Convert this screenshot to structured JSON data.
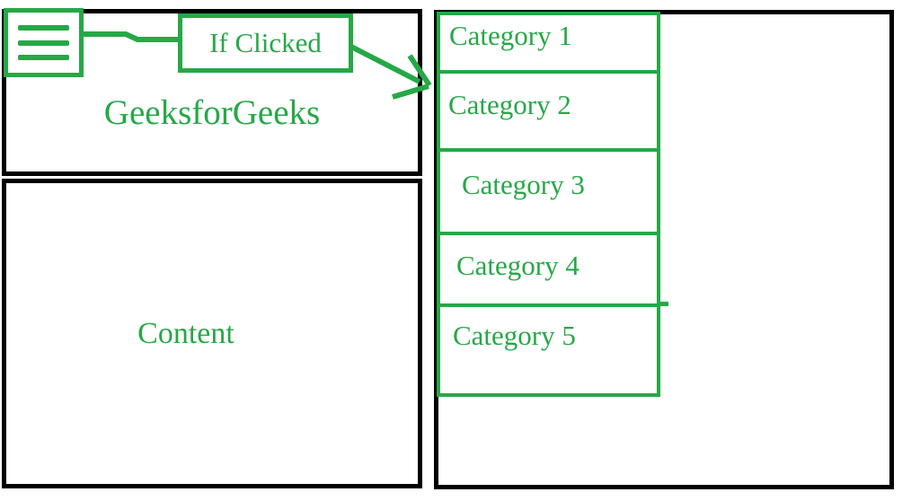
{
  "diagram": {
    "left_panel": {
      "header": {
        "menu_icon": "hamburger-icon",
        "brand": "GeeksforGeeks"
      },
      "content_label": "Content"
    },
    "annotation": {
      "label": "If Clicked"
    },
    "right_panel": {
      "menu_items": [
        {
          "label": "Category 1"
        },
        {
          "label": "Category 2"
        },
        {
          "label": "Category 3"
        },
        {
          "label": "Category 4"
        },
        {
          "label": "Category 5"
        }
      ]
    },
    "colors": {
      "accent_green": "#26a847",
      "border_black": "#000000",
      "background": "#ffffff"
    }
  }
}
